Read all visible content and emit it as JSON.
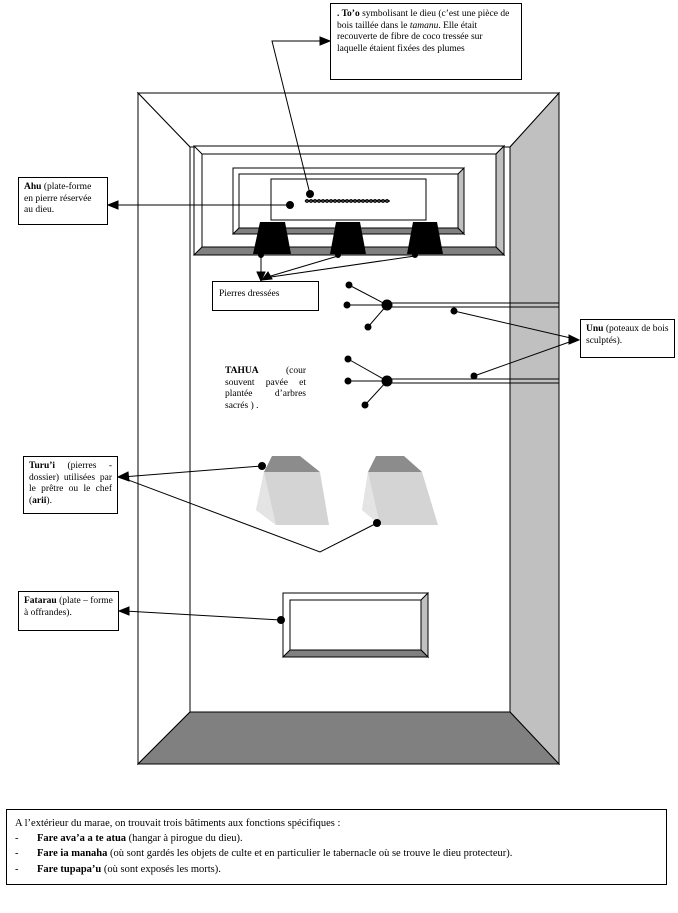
{
  "labels": {
    "too": {
      "bold": ". To’o",
      "text": " symbolisant le dieu (c’est une pièce de bois taillée dans le ",
      "italic": "tamanu",
      "text2": ". Elle était recouverte de fibre de coco tressée sur laquelle étaient fixées des plumes"
    },
    "ahu": {
      "bold": "Ahu",
      "text": " (plate-forme en pierre réservée au dieu."
    },
    "pierres": {
      "text": "Pierres dressées"
    },
    "unu": {
      "bold": "Unu",
      "text": " (poteaux de bois sculptés)."
    },
    "tahua": {
      "bold": "TAHUA",
      "text": " (cour souvent pavée et plantée d’arbres sacrés ) ."
    },
    "turui": {
      "bold": "Turu’i",
      "text": " (pierres - dossier) utilisées par le prêtre ou le chef (",
      "bold2": "arii",
      "text2": ")."
    },
    "fatarau": {
      "bold": "Fatarau",
      "text": " (plate – forme à offrandes)."
    }
  },
  "bottom_note": {
    "intro": "A l’extérieur du marae, on trouvait trois bâtiments aux fonctions spécifiques :",
    "items": [
      {
        "bold": "Fare ava’a a te atua",
        "text": " (hangar à pirogue du dieu)."
      },
      {
        "bold": "Fare ia manaha",
        "text": " (où sont gardés les objets de culte et en particulier le tabernacle où se trouve le dieu protecteur)."
      },
      {
        "bold": "Fare tupapa’u",
        "text": " (où sont exposés les morts)."
      }
    ],
    "dash": "-"
  },
  "colors": {
    "wall_top": "#ffffff",
    "wall_side": "#c0c0c0",
    "wall_bottom": "#808080",
    "stone_face": "#d4d4d4",
    "stone_top": "#8c8c8c",
    "black": "#000000"
  }
}
